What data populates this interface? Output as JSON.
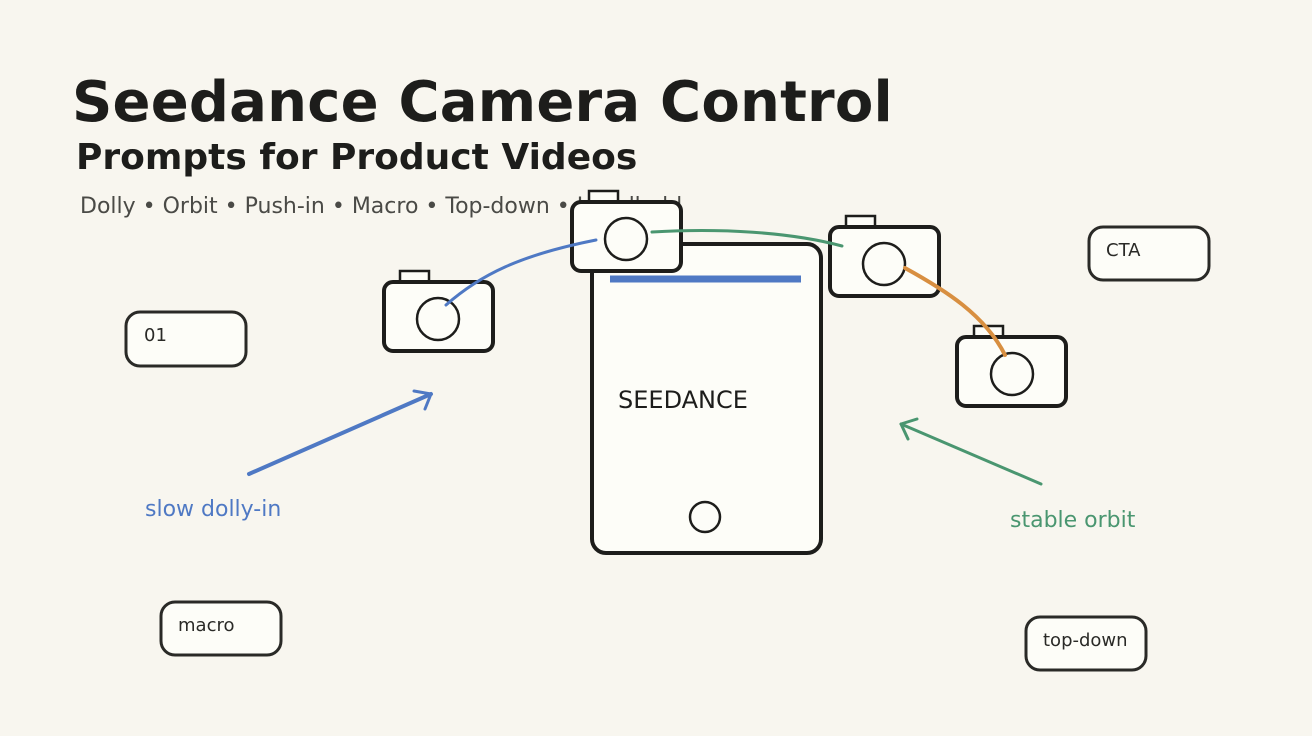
{
  "header": {
    "title": "Seedance Camera Control",
    "subtitle": "Prompts for Product Videos",
    "tagline": "Dolly • Orbit • Push-in • Macro • Top-down • Handheld"
  },
  "tags": {
    "step": "01",
    "cta": "CTA",
    "macro": "macro",
    "topdown": "top-down"
  },
  "device": {
    "label": "SEEDANCE"
  },
  "annotations": {
    "left": "slow dolly-in",
    "right": "stable orbit"
  },
  "colors": {
    "background": "#f8f6ef",
    "ink": "#1d1d1b",
    "blue": "#4f79c4",
    "green": "#4a9670",
    "orange": "#d88f41",
    "card": "#fdfdf8"
  },
  "icons": [
    "camera-icon",
    "camera-icon",
    "camera-icon",
    "camera-icon",
    "arrow-icon",
    "arrow-icon"
  ]
}
